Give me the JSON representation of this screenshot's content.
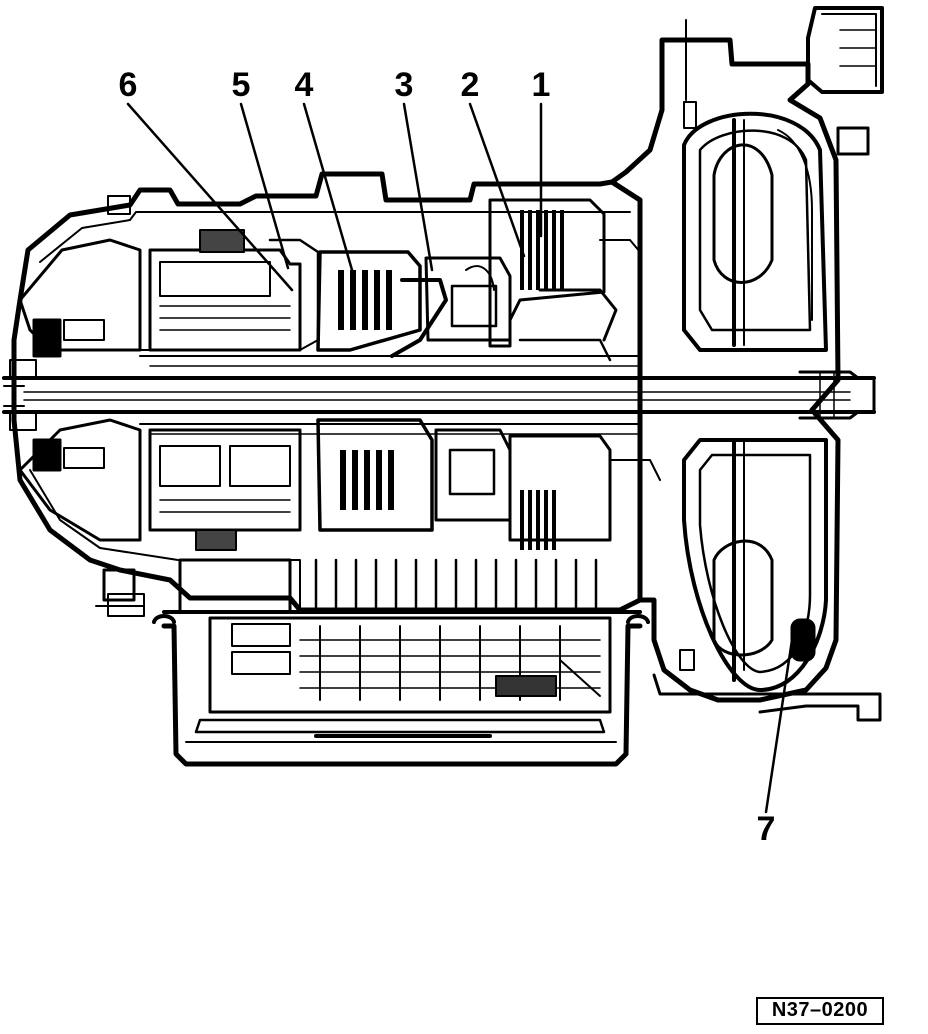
{
  "diagram": {
    "callouts": [
      {
        "id": "1",
        "label": "1"
      },
      {
        "id": "2",
        "label": "2"
      },
      {
        "id": "3",
        "label": "3"
      },
      {
        "id": "4",
        "label": "4"
      },
      {
        "id": "5",
        "label": "5"
      },
      {
        "id": "6",
        "label": "6"
      },
      {
        "id": "7",
        "label": "7"
      }
    ],
    "figure_code": "N37–0200",
    "colors": {
      "ink": "#000000",
      "paper": "#ffffff",
      "shade": "#5a5a5a"
    }
  }
}
